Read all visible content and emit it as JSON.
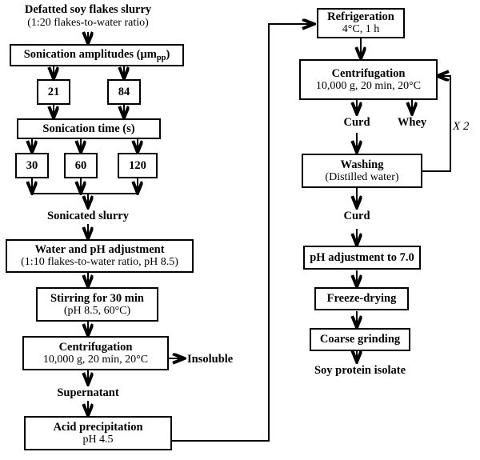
{
  "diagram": {
    "title": "Soy protein isolate production flowchart",
    "type": "process-flowchart",
    "stroke_color": "#000000",
    "background_color": "#ffffff"
  },
  "left_column": {
    "start_label": {
      "line1": "Defatted soy flakes slurry",
      "line2": "(1:20 flakes-to-water ratio)"
    },
    "amplitudes_box": {
      "line1": "Sonication amplitudes (μmpp)"
    },
    "amplitude_values": [
      {
        "label": "21"
      },
      {
        "label": "84"
      }
    ],
    "time_box": {
      "line1": "Sonication time (s)"
    },
    "time_values": [
      {
        "label": "30"
      },
      {
        "label": "60"
      },
      {
        "label": "120"
      }
    ],
    "sonicated_slurry_label": {
      "line1": "Sonicated slurry"
    },
    "water_ph_box": {
      "line1": "Water and pH adjustment",
      "line2": "(1:10 flakes-to-water ratio, pH 8.5)"
    },
    "stirring_box": {
      "line1": "Stirring for 30 min",
      "line2": "(pH 8.5, 60°C)"
    },
    "centrifugation_box": {
      "line1": "Centrifugation",
      "line2": "10,000 g, 20 min, 20°C"
    },
    "insoluble_label": {
      "line1": "Insoluble"
    },
    "supernatant_label": {
      "line1": "Supernatant"
    },
    "acid_precipitation_box": {
      "line1": "Acid precipitation",
      "line2": "pH 4.5"
    }
  },
  "right_column": {
    "refrigeration_box": {
      "line1": "Refrigeration",
      "line2": "4°C, 1 h"
    },
    "centrifugation_box": {
      "line1": "Centrifugation",
      "line2": "10,000 g, 20 min, 20°C"
    },
    "curd_label_top": {
      "line1": "Curd"
    },
    "whey_label": {
      "line1": "Whey"
    },
    "repeat_label": {
      "line1": "X 2"
    },
    "washing_box": {
      "line1": "Washing",
      "line2": "(Distilled water)"
    },
    "curd_label_bottom": {
      "line1": "Curd"
    },
    "ph_adjustment_box": {
      "line1": "pH adjustment to 7.0"
    },
    "freeze_drying_box": {
      "line1": "Freeze-drying"
    },
    "coarse_grinding_box": {
      "line1": "Coarse grinding"
    },
    "end_label": {
      "line1": "Soy protein isolate"
    }
  }
}
